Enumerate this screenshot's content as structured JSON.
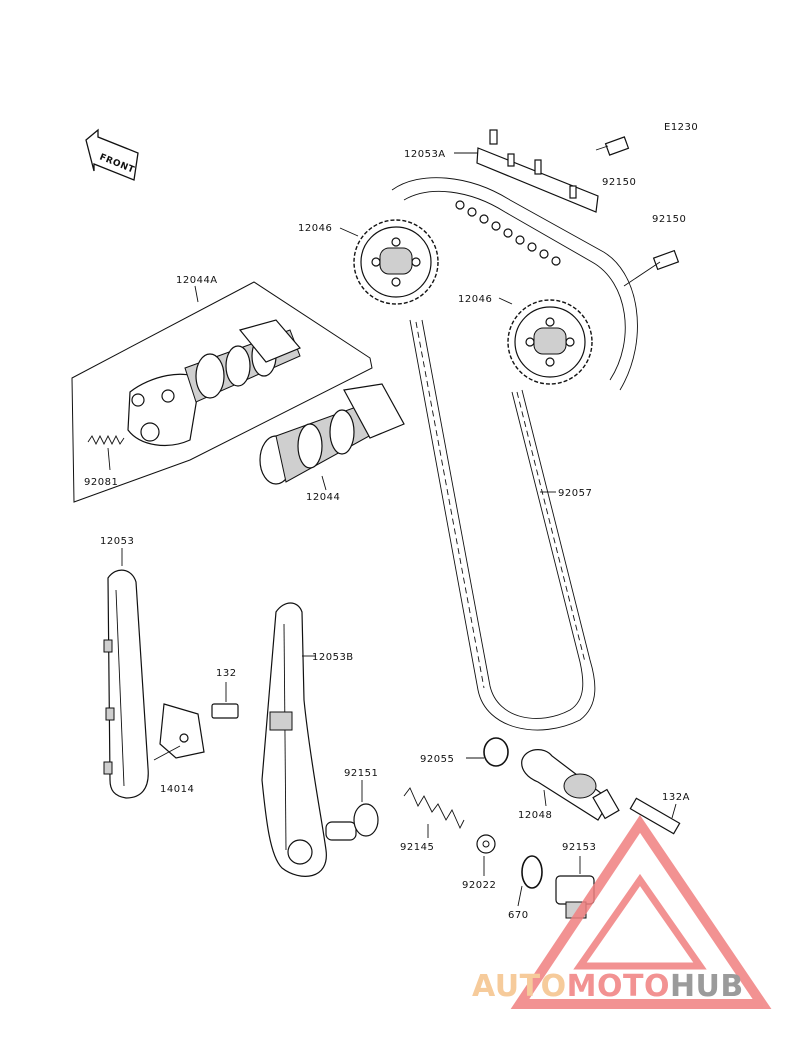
{
  "diagram": {
    "ref_code": "E1230",
    "front_label": "FRONT",
    "part_labels": {
      "p12053A": "12053A",
      "p92150a": "92150",
      "p92150b": "92150",
      "p12046a": "12046",
      "p12046b": "12046",
      "p12044A": "12044A",
      "p92081": "92081",
      "p12044": "12044",
      "p92057": "92057",
      "p12053": "12053",
      "p12053B": "12053B",
      "p132": "132",
      "p14014": "14014",
      "p92151": "92151",
      "p92055": "92055",
      "p12048": "12048",
      "p132A": "132A",
      "p92145": "92145",
      "p92153": "92153",
      "p92022": "92022",
      "p670": "670"
    }
  },
  "watermark": {
    "part1": "AUTO",
    "part2": "MOTO",
    "part3": "HUB",
    "color_auto": "#f5c28a",
    "color_moto": "#f08080",
    "color_hub": "#8a8a8a"
  }
}
